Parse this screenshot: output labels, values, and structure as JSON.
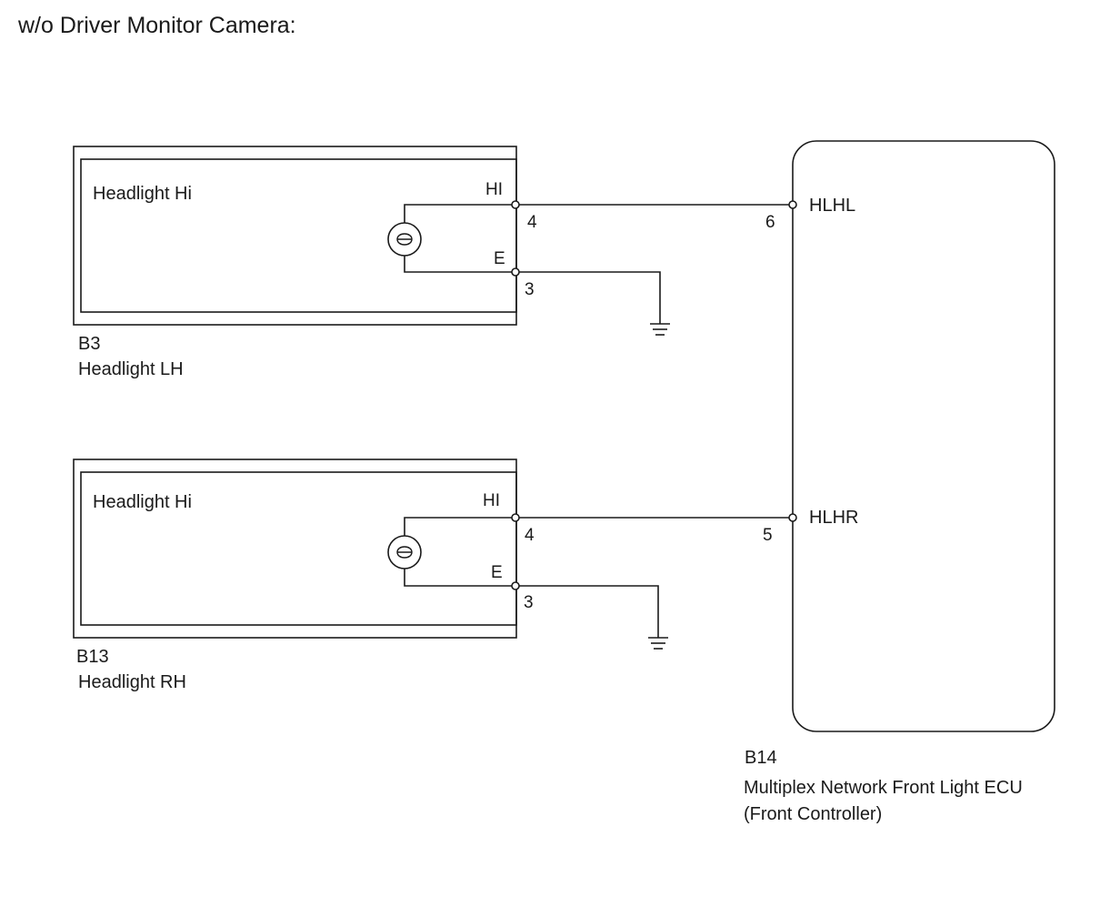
{
  "title": "w/o Driver Monitor Camera:",
  "left_units": [
    {
      "code": "B3",
      "name": "Headlight LH",
      "inner_label": "Headlight Hi",
      "pin_hi_name": "HI",
      "pin_hi_num": "4",
      "pin_e_name": "E",
      "pin_e_num": "3"
    },
    {
      "code": "B13",
      "name": "Headlight RH",
      "inner_label": "Headlight Hi",
      "pin_hi_name": "HI",
      "pin_hi_num": "4",
      "pin_e_name": "E",
      "pin_e_num": "3"
    }
  ],
  "ecu": {
    "code": "B14",
    "name_line1": "Multiplex Network Front Light ECU",
    "name_line2": "(Front Controller)",
    "pins": [
      {
        "num": "6",
        "name": "HLHL"
      },
      {
        "num": "5",
        "name": "HLHR"
      }
    ]
  }
}
